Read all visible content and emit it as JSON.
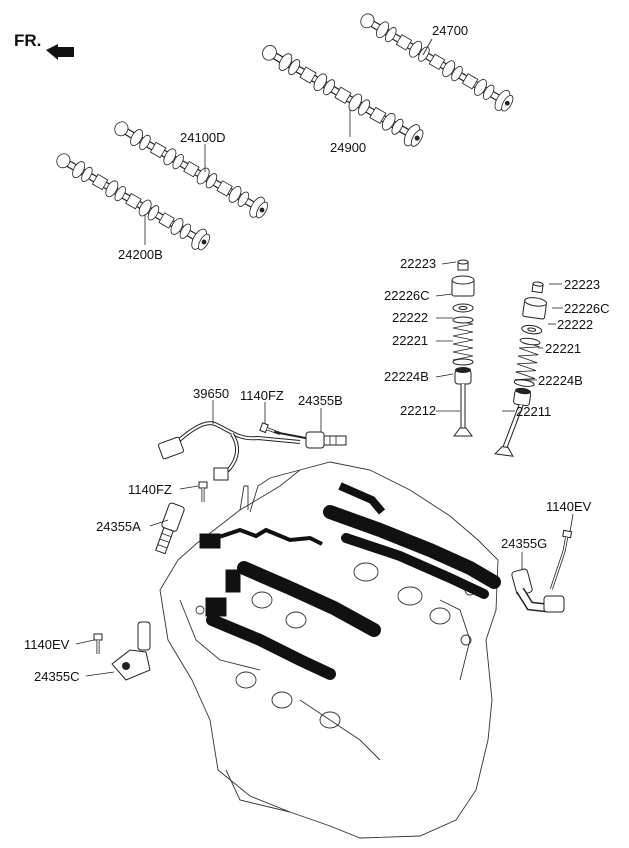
{
  "direction_marker": {
    "text": "FR.",
    "icon": "front-direction-arrow-icon"
  },
  "colors": {
    "line": "#222222",
    "ink": "#111111",
    "background": "#ffffff"
  },
  "labels": {
    "p24700": "24700",
    "p24900": "24900",
    "p24100D": "24100D",
    "p24200B": "24200B",
    "p22223_left": "22223",
    "p22223_right": "22223",
    "p22226C_left": "22226C",
    "p22226C_right": "22226C",
    "p22222_left": "22222",
    "p22222_right": "22222",
    "p22221_left": "22221",
    "p22221_right": "22221",
    "p22224B_left": "22224B",
    "p22224B_right": "22224B",
    "p22212": "22212",
    "p22211": "22211",
    "p39650": "39650",
    "p1140FZ_top": "1140FZ",
    "p24355B": "24355B",
    "p1140FZ_left": "1140FZ",
    "p24355A": "24355A",
    "p1140EV_right": "1140EV",
    "p24355G": "24355G",
    "p1140EV_left": "1140EV",
    "p24355C": "24355C"
  }
}
